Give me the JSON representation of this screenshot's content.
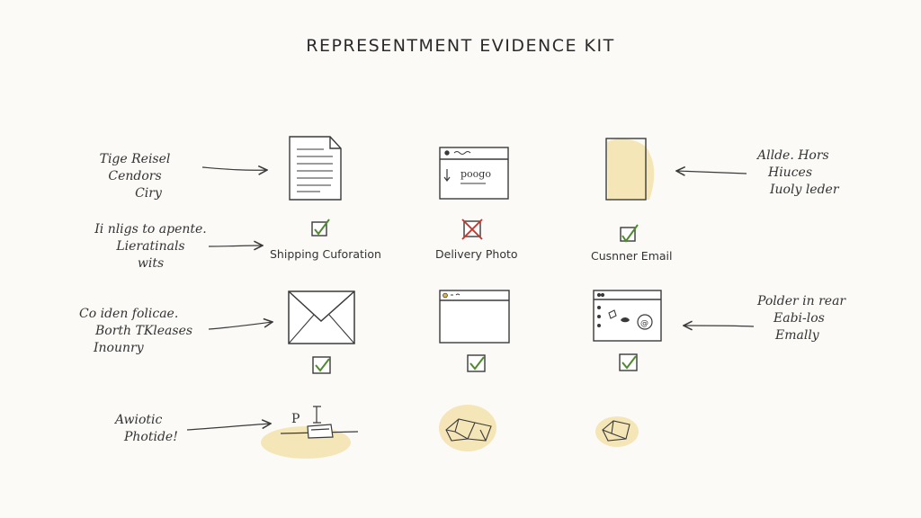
{
  "title": "REPRESENTMENT EVIDENCE KIT",
  "notes": {
    "row1_left": [
      "Tige Reisel Cendors",
      "Ciry"
    ],
    "row1_right": [
      "Allde. Hors",
      "Hiuces",
      "Iuoly leder"
    ],
    "row2_left": [
      "Ii nligs to apente.",
      "Lieratinals",
      "wits"
    ],
    "row3_left": [
      "Co iden folicae.",
      "Borth TKleases",
      "Inounry"
    ],
    "row3_right": [
      "Polder in rear",
      "Eabi-los",
      "Emally"
    ],
    "row4_left": [
      "Awiotic",
      "Photide!"
    ]
  },
  "labels": {
    "shipping": "Shipping Cuforation",
    "delivery": "Delivery Photo",
    "customer": "Cusnner Email"
  },
  "browser_mock_text": "poogo",
  "status": {
    "shipping": "checked",
    "delivery": "crossed",
    "customer": "checked",
    "envelope": "checked",
    "window": "checked",
    "social": "checked"
  },
  "colors": {
    "ink": "#3a3a3a",
    "check_green": "#4f8a2e",
    "cross_red": "#c8372d",
    "watercolor": "#f3dfa3"
  }
}
